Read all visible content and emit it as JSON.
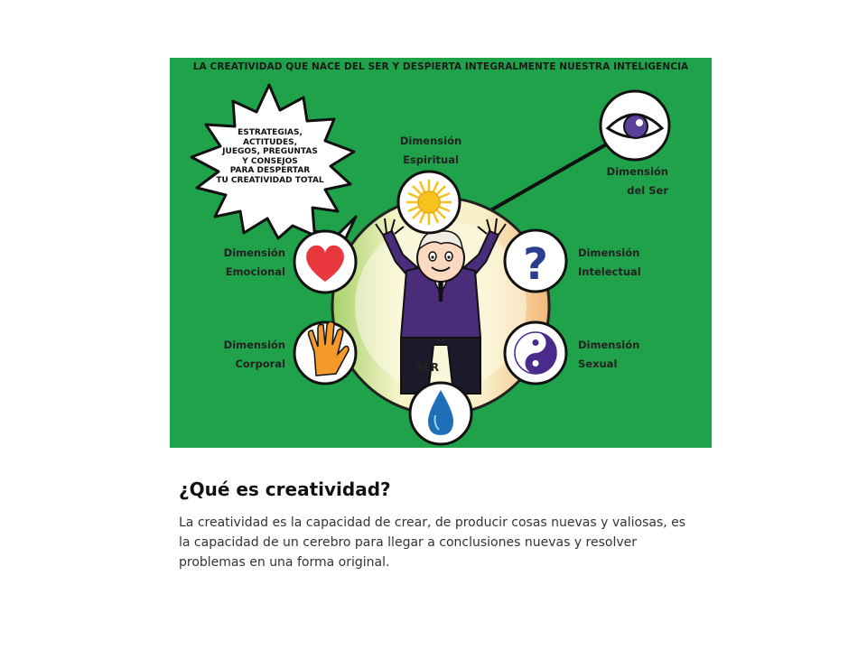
{
  "diagram": {
    "title": "LA CREATIVIDAD QUE NACE DEL SER Y DESPIERTA INTEGRALMENTE NUESTRA INTELIGENCIA",
    "burst_lines": [
      "ESTRATEGIAS,",
      "ACTITUDES,",
      "JUEGOS, PREGUNTAS",
      "Y CONSEJOS",
      "PARA DESPERTAR",
      "TU CREATIVIDAD TOTAL"
    ],
    "center_label": "SER",
    "dimensions": {
      "espiritual": [
        "Dimensión",
        "Espiritual"
      ],
      "ser": [
        "Dimensión",
        "del Ser"
      ],
      "emocional": [
        "Dimensión",
        "Emocional"
      ],
      "intelectual": [
        "Dimensión",
        "Intelectual"
      ],
      "corporal": [
        "Dimensión",
        "Corporal"
      ],
      "sexual": [
        "Dimensión",
        "Sexual"
      ]
    },
    "icons": [
      "sun-icon",
      "eye-icon",
      "heart-icon",
      "question-mark-icon",
      "hand-icon",
      "yin-yang-icon",
      "water-drop-icon"
    ],
    "colors": {
      "background": "#1fa24a",
      "heart": "#e8383d",
      "question": "#2c3e8f",
      "drop": "#1f6fb8",
      "sun": "#f6c21c",
      "hand": "#f39a2b"
    }
  },
  "slide": {
    "heading": "¿Qué es creatividad?",
    "body": "La creatividad es la capacidad de crear, de producir cosas nuevas y valiosas, es la capacidad de un cerebro para llegar a conclusiones nuevas y resolver problemas en una forma original."
  }
}
